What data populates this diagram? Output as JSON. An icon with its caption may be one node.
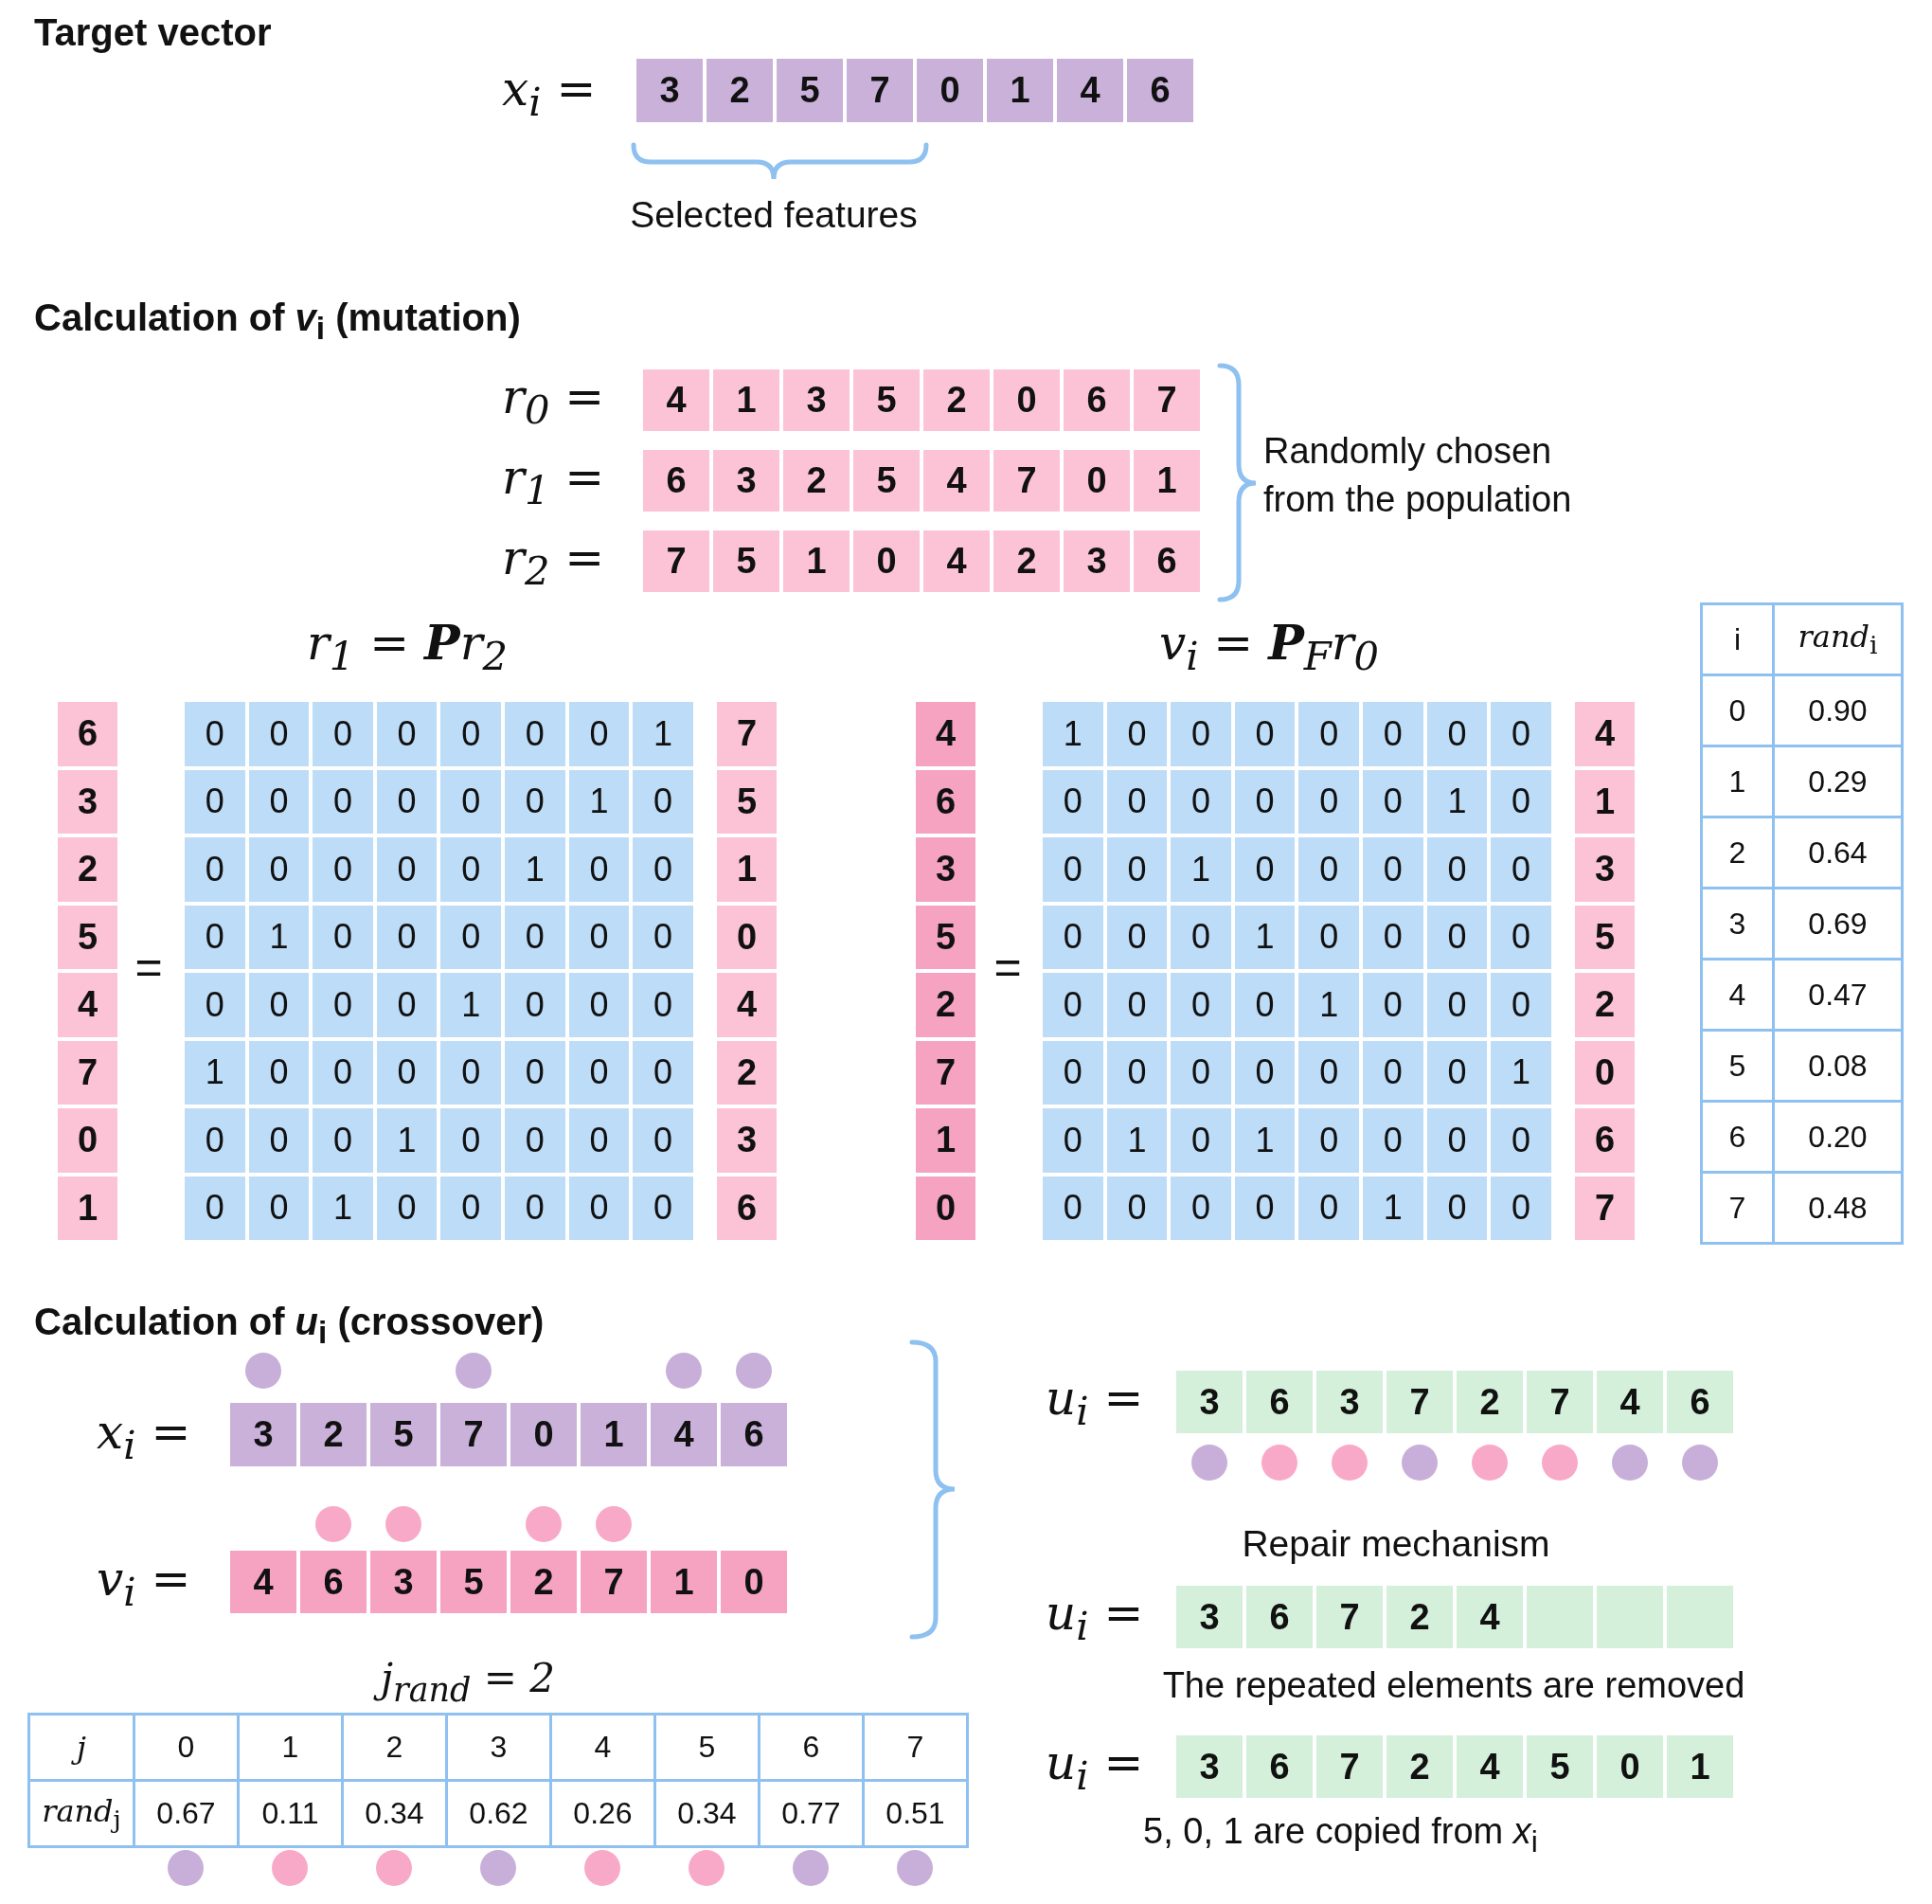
{
  "diagram": {
    "labels": [
      "Target vector",
      "x$_{i}$ =",
      "3",
      "2",
      "5",
      "7",
      "0",
      "1",
      "4",
      "6",
      "Selected features",
      "Calculation of *v*$_{i}$ (mutation)",
      "r$_{0}$ =",
      "4",
      "1",
      "3",
      "5",
      "2",
      "0",
      "6",
      "7",
      "r$_{1}$ =",
      "6",
      "3",
      "2",
      "5",
      "4",
      "7",
      "0",
      "1",
      "r$_{2}$ =",
      "7",
      "5",
      "1",
      "0",
      "4",
      "2",
      "3",
      "6",
      "Randomly chosen from the population",
      "r$_{1}$ = **P**r$_{2}$",
      "v$_{i}$ = **P**$_{F}$r$_{0}$",
      "6",
      "3",
      "2",
      "5",
      "4",
      "7",
      "0",
      "1",
      "=",
      "0",
      "0",
      "0",
      "0",
      "0",
      "0",
      "0",
      "1",
      "0",
      "0",
      "0",
      "0",
      "0",
      "0",
      "1",
      "0",
      "0",
      "0",
      "0",
      "0",
      "0",
      "1",
      "0",
      "0",
      "0",
      "1",
      "0",
      "0",
      "0",
      "0",
      "0",
      "0",
      "0",
      "0",
      "0",
      "0",
      "1",
      "0",
      "0",
      "0",
      "1",
      "0",
      "0",
      "0",
      "0",
      "0",
      "0",
      "0",
      "0",
      "0",
      "0",
      "1",
      "0",
      "0",
      "0",
      "0",
      "0",
      "0",
      "1",
      "0",
      "0",
      "0",
      "0",
      "0",
      "7",
      "5",
      "1",
      "0",
      "4",
      "2",
      "3",
      "6",
      "4",
      "6",
      "3",
      "5",
      "2",
      "7",
      "1",
      "0",
      "=",
      "1",
      "0",
      "0",
      "0",
      "0",
      "0",
      "0",
      "0",
      "0",
      "0",
      "0",
      "0",
      "0",
      "0",
      "1",
      "0",
      "0",
      "0",
      "1",
      "0",
      "0",
      "0",
      "0",
      "0",
      "0",
      "0",
      "0",
      "1",
      "0",
      "0",
      "0",
      "0",
      "0",
      "0",
      "0",
      "0",
      "1",
      "0",
      "0",
      "0",
      "0",
      "0",
      "0",
      "0",
      "0",
      "0",
      "0",
      "1",
      "0",
      "1",
      "0",
      "1",
      "0",
      "0",
      "0",
      "0",
      "0",
      "0",
      "0",
      "0",
      "0",
      "1",
      "0",
      "0",
      "4",
      "1",
      "3",
      "5",
      "2",
      "0",
      "6",
      "7",
      "i",
      "*rand*$_{i}$",
      "0",
      "0.90",
      "1",
      "0.29",
      "2",
      "0.64",
      "3",
      "0.69",
      "4",
      "0.47",
      "5",
      "0.08",
      "6",
      "0.20",
      "7",
      "0.48",
      "Calculation of *u*$_{i}$ (crossover)",
      "x$_{i}$ =",
      "3",
      "2",
      "5",
      "7",
      "0",
      "1",
      "4",
      "6",
      "v$_{i}$ =",
      "4",
      "6",
      "3",
      "5",
      "2",
      "7",
      "1",
      "0",
      "j$_{rand}$ = 2",
      "*j*",
      "0",
      "1",
      "2",
      "3",
      "4",
      "5",
      "6",
      "7",
      "*rand*$_{j}$",
      "0.67",
      "0.11",
      "0.34",
      "0.62",
      "0.26",
      "0.34",
      "0.77",
      "0.51",
      "u$_{i}$ =",
      "3",
      "6",
      "3",
      "7",
      "2",
      "7",
      "4",
      "6",
      "Repair mechanism",
      "u$_{i}$ =",
      "3",
      "6",
      "7",
      "2",
      "4",
      "The repeated elements are removed",
      "u$_{i}$ =",
      "3",
      "6",
      "7",
      "2",
      "4",
      "5",
      "0",
      "1",
      "5, 0, 1 are copied from *x*$_{i}$"
    ]
  }
}
